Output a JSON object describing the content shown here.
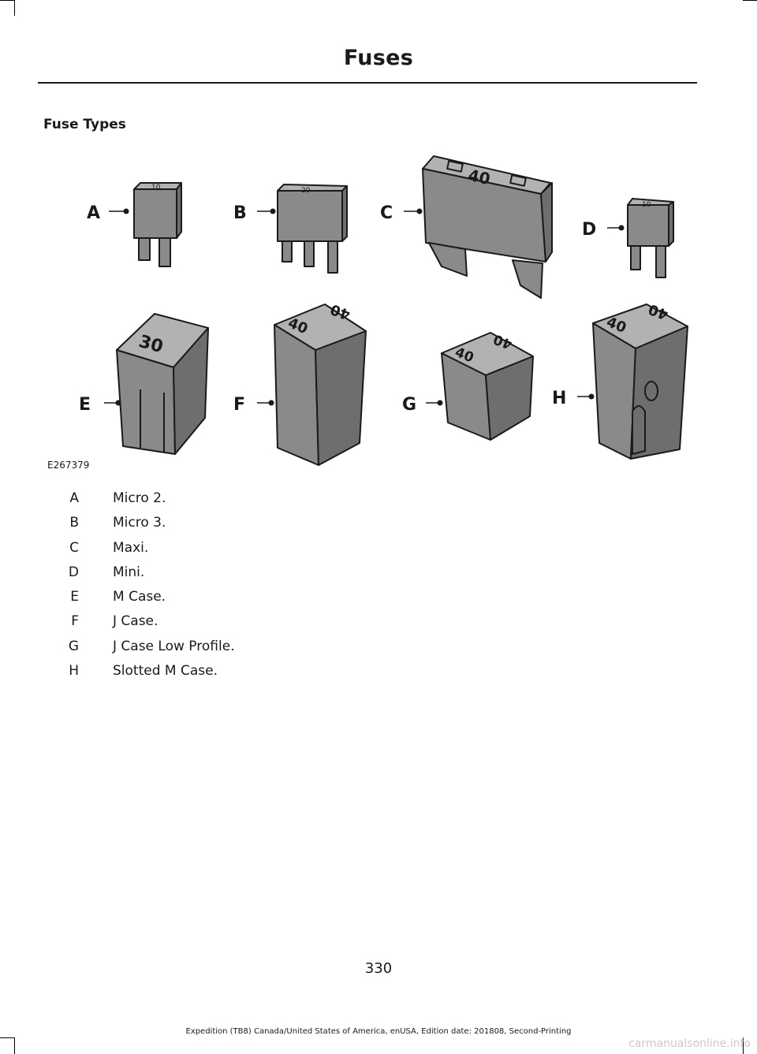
{
  "header": {
    "title": "Fuses"
  },
  "section": {
    "title": "Fuse Types"
  },
  "figure": {
    "id": "E267379",
    "callouts": [
      "A",
      "B",
      "C",
      "D",
      "E",
      "F",
      "G",
      "H"
    ],
    "ratings": {
      "A": "10",
      "B": "20",
      "C": "40",
      "D": "10",
      "E": "30",
      "F": "40",
      "G": "40",
      "H": "40"
    }
  },
  "legend": [
    {
      "key": "A",
      "text": "Micro 2."
    },
    {
      "key": "B",
      "text": "Micro 3."
    },
    {
      "key": "C",
      "text": "Maxi."
    },
    {
      "key": "D",
      "text": "Mini."
    },
    {
      "key": "E",
      "text": "M Case."
    },
    {
      "key": "F",
      "text": "J Case."
    },
    {
      "key": "G",
      "text": "J Case Low Profile."
    },
    {
      "key": "H",
      "text": "Slotted M Case."
    }
  ],
  "page_number": "330",
  "footer": "Expedition (TB8) Canada/United States of America, enUSA, Edition date: 201808, Second-Printing",
  "watermark": "carmanualsonline.info",
  "colors": {
    "fuse_fill": "#8a8a8a",
    "fuse_top": "#b2b2b2",
    "outline": "#1a1a1a"
  }
}
